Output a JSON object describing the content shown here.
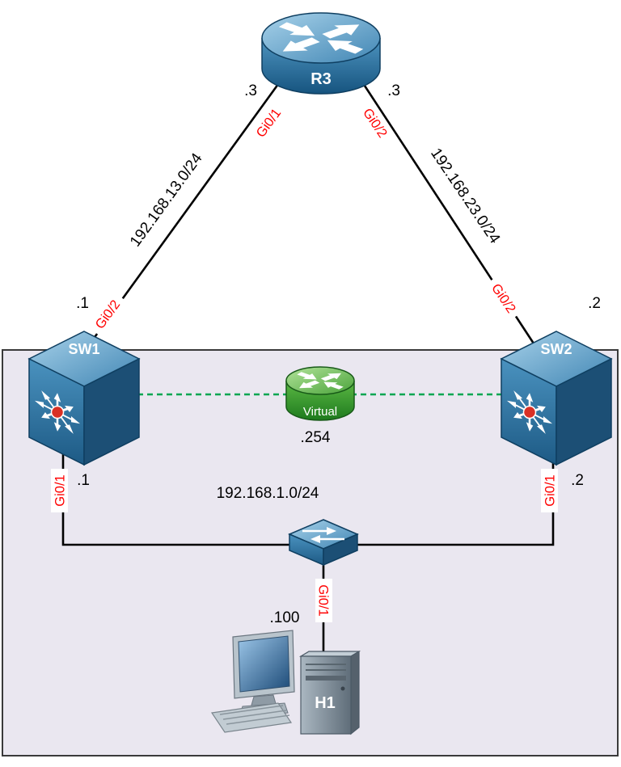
{
  "diagram": {
    "devices": {
      "r3": {
        "label": "R3"
      },
      "sw1": {
        "label": "SW1"
      },
      "sw2": {
        "label": "SW2"
      },
      "virtual_router": {
        "label": "Virtual",
        "ip_suffix": ".254"
      },
      "h1": {
        "label": "H1",
        "ip_suffix": ".100"
      }
    },
    "links": {
      "r3_sw1": {
        "network": "192.168.13.0/24",
        "r3_interface": "Gi0/1",
        "r3_ip_suffix": ".3",
        "sw1_interface": "Gi0/2",
        "sw1_ip_suffix": ".1"
      },
      "r3_sw2": {
        "network": "192.168.23.0/24",
        "r3_interface": "Gi0/2",
        "r3_ip_suffix": ".3",
        "sw2_interface": "Gi0/2",
        "sw2_ip_suffix": ".2"
      },
      "lan": {
        "network": "192.168.1.0/24",
        "sw1_interface": "Gi0/1",
        "sw1_ip_suffix": ".1",
        "sw2_interface": "Gi0/1",
        "sw2_ip_suffix": ".2",
        "h1_interface": "Gi0/1"
      }
    },
    "colors": {
      "interface_label": "#ff0000",
      "dashed_link": "#00a651",
      "lan_box_fill": "#eae7f0",
      "lan_box_border": "#3a3a3a"
    }
  }
}
